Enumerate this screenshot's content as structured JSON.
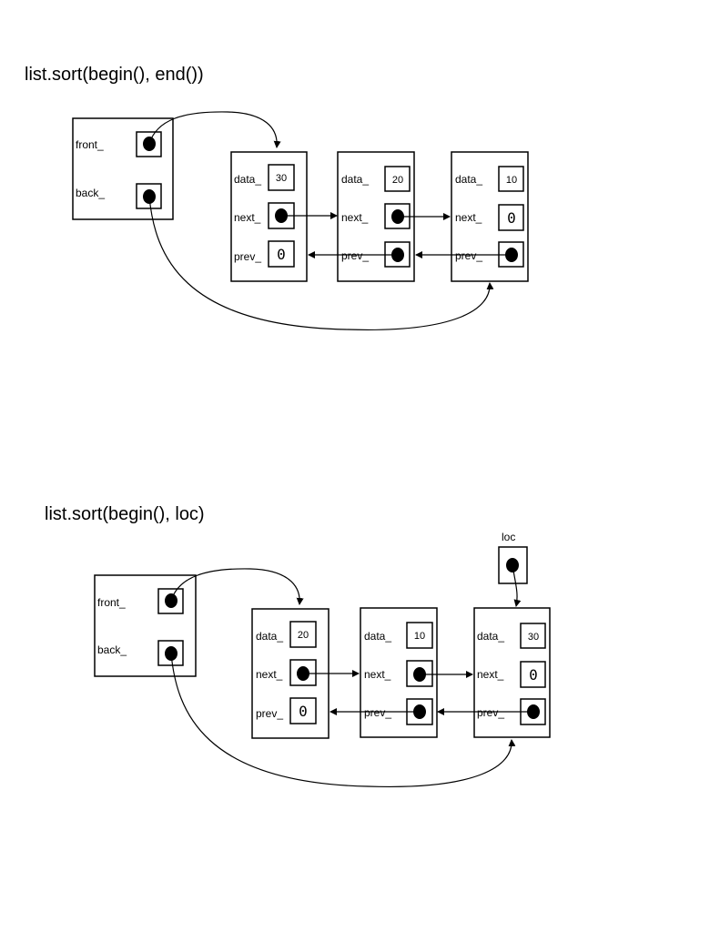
{
  "diagrams": [
    {
      "title": "list.sort(begin(), end())",
      "container": {
        "front_label": "front_",
        "back_label": "back_"
      },
      "nodes": [
        {
          "data_label": "data_",
          "next_label": "next_",
          "prev_label": "prev_",
          "data": "30",
          "next_null": "",
          "prev_null": "0"
        },
        {
          "data_label": "data_",
          "next_label": "next_",
          "prev_label": "prev_",
          "data": "20",
          "next_null": "",
          "prev_null": ""
        },
        {
          "data_label": "data_",
          "next_label": "next_",
          "prev_label": "prev_",
          "data": "10",
          "next_null": "0",
          "prev_null": ""
        }
      ]
    },
    {
      "title": "list.sort(begin(), loc)",
      "container": {
        "front_label": "front_",
        "back_label": "back_"
      },
      "loc_label": "loc",
      "nodes": [
        {
          "data_label": "data_",
          "next_label": "next_",
          "prev_label": "prev_",
          "data": "20",
          "next_null": "",
          "prev_null": "0"
        },
        {
          "data_label": "data_",
          "next_label": "next_",
          "prev_label": "prev_",
          "data": "10",
          "next_null": "",
          "prev_null": ""
        },
        {
          "data_label": "data_",
          "next_label": "next_",
          "prev_label": "prev_",
          "data": "30",
          "next_null": "0",
          "prev_null": ""
        }
      ]
    }
  ]
}
